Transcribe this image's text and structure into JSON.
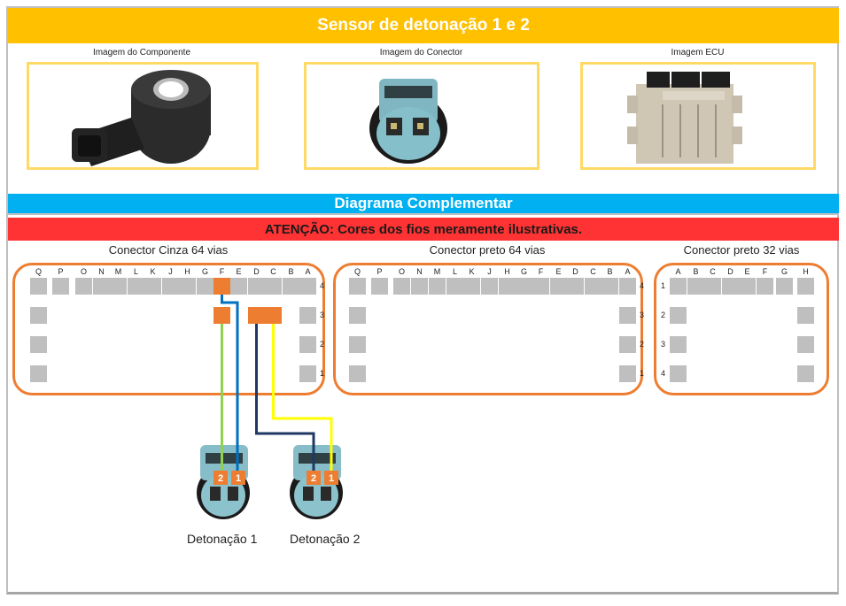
{
  "header": {
    "title": "Sensor de detonação 1 e 2"
  },
  "images": [
    {
      "label": "Imagem do Componente",
      "icon": "knock-sensor-image"
    },
    {
      "label": "Imagem do Conector",
      "icon": "connector-image"
    },
    {
      "label": "Imagem ECU",
      "icon": "ecu-image"
    }
  ],
  "diagram": {
    "title": "Diagrama Complementar",
    "warning": "ATENÇÃO: Cores dos fios meramente ilustrativas."
  },
  "connectors": [
    {
      "title": "Conector Cinza 64 vias",
      "columns": [
        "Q",
        "P",
        "O",
        "N",
        "M",
        "L",
        "K",
        "J",
        "H",
        "G",
        "F",
        "E",
        "D",
        "C",
        "B",
        "A"
      ],
      "rows": [
        "4",
        "3",
        "2",
        "1"
      ],
      "highlighted": [
        "F4",
        "F3",
        "D3",
        "C3"
      ]
    },
    {
      "title": "Conector preto 64 vias",
      "columns": [
        "Q",
        "P",
        "O",
        "N",
        "M",
        "L",
        "K",
        "J",
        "H",
        "G",
        "F",
        "E",
        "D",
        "C",
        "B",
        "A"
      ],
      "rows": [
        "4",
        "3",
        "2",
        "1"
      ],
      "highlighted": []
    },
    {
      "title": "Conector preto 32 vias",
      "columns": [
        "A",
        "B",
        "C",
        "D",
        "E",
        "F",
        "G",
        "H"
      ],
      "rows": [
        "1",
        "2",
        "3",
        "4"
      ],
      "highlighted": []
    }
  ],
  "sensors": [
    {
      "label": "Detonação 1",
      "pins": [
        "2",
        "1"
      ]
    },
    {
      "label": "Detonação 2",
      "pins": [
        "2",
        "1"
      ]
    }
  ],
  "wires": [
    {
      "from": "F3",
      "to": "Detonação 1 pino 2",
      "color": "#92d050"
    },
    {
      "from": "F4",
      "to": "Detonação 1 pino 1",
      "color": "#0070c0"
    },
    {
      "from": "D3",
      "to": "Detonação 2 pino 2",
      "color": "#1f3864"
    },
    {
      "from": "C3",
      "to": "Detonação 2 pino 1",
      "color": "#ffff00"
    }
  ],
  "colors": {
    "header": "#ffc000",
    "diagram": "#00b0f0",
    "warning": "#ff3333",
    "connector_border": "#ed7d31",
    "pin": "#bfbfbf",
    "pin_highlight": "#ed7d31",
    "image_frame": "#ffd966"
  }
}
